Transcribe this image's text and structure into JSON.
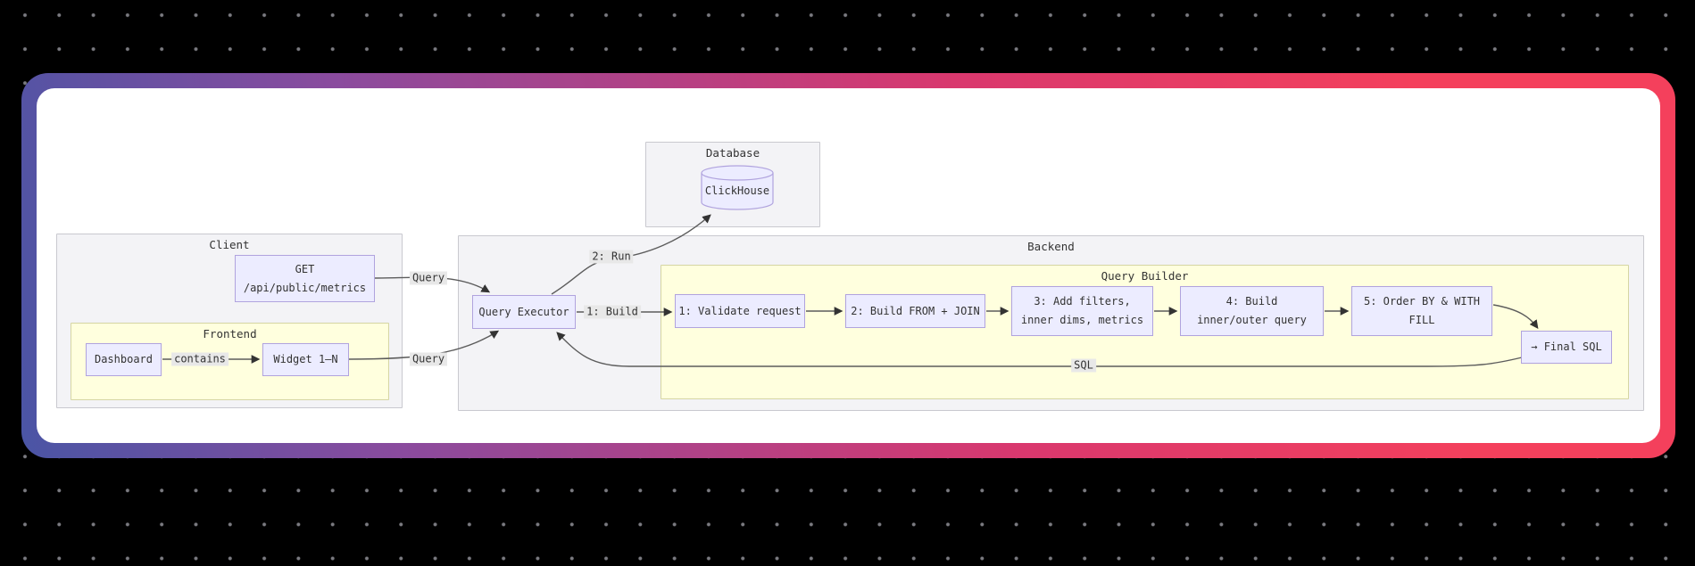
{
  "canvas": {
    "bg": "#000000",
    "dot_color": "#7b7b81"
  },
  "card": {
    "bg": "#ffffff",
    "gradient_from": "#4a55a5",
    "gradient_mid1": "#8a4b9e",
    "gradient_mid2": "#d9386e",
    "gradient_to": "#f4405c"
  },
  "colors": {
    "node_fill": "#ececff",
    "node_border": "#b0a3de",
    "cluster_fill": "#f3f3f6",
    "cluster_border": "#c9c9cf",
    "inner_cluster_fill": "#ffffde",
    "inner_cluster_border": "#d5d5a3",
    "edge_line": "#5c5c5c",
    "arrowhead": "#333333",
    "edge_label_bg": "#e8e8e8",
    "text": "#333333"
  },
  "diagram": {
    "clusters": {
      "database": {
        "title": "Database"
      },
      "client": {
        "title": "Client"
      },
      "frontend": {
        "title": "Frontend"
      },
      "backend": {
        "title": "Backend"
      },
      "query_builder": {
        "title": "Query Builder"
      }
    },
    "nodes": {
      "clickhouse": {
        "label": "ClickHouse",
        "shape": "cylinder"
      },
      "get_endpoint": {
        "lines": [
          "GET",
          "/api/public/metrics"
        ]
      },
      "dashboard": {
        "label": "Dashboard"
      },
      "widget": {
        "label": "Widget 1–N"
      },
      "query_executor": {
        "label": "Query Executor"
      },
      "step1": {
        "label": "1: Validate request"
      },
      "step2": {
        "label": "2: Build FROM + JOIN"
      },
      "step3": {
        "lines": [
          "3: Add filters,",
          "inner dims, metrics"
        ]
      },
      "step4": {
        "lines": [
          "4: Build",
          "inner/outer query"
        ]
      },
      "step5": {
        "lines": [
          "5: Order BY & WITH",
          "FILL"
        ]
      },
      "final_sql": {
        "label": "→ Final SQL"
      }
    },
    "edge_labels": {
      "get_query": "Query",
      "widget_query": "Query",
      "contains": "contains",
      "build": "1: Build",
      "run": "2: Run",
      "sql": "SQL"
    }
  }
}
